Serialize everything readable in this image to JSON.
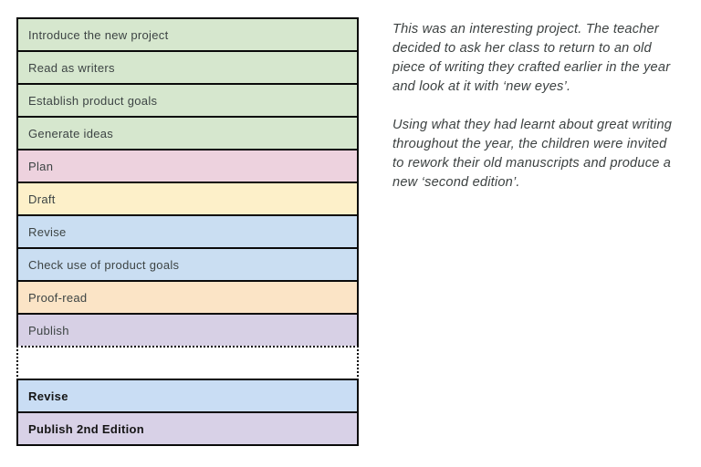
{
  "page": {
    "background": "#ffffff",
    "border_color": "#0a0a0a",
    "row_text_color": "#3d4444",
    "bold_row_text_color": "#151515",
    "commentary_text_color": "#3d4242"
  },
  "process_table": {
    "rows": [
      {
        "label": "Introduce the new project",
        "color": "#d6e7ce",
        "border": "solid",
        "bold": false
      },
      {
        "label": "Read as writers",
        "color": "#d6e7ce",
        "border": "solid",
        "bold": false
      },
      {
        "label": "Establish product goals",
        "color": "#d6e7ce",
        "border": "solid",
        "bold": false
      },
      {
        "label": "Generate ideas",
        "color": "#d6e7ce",
        "border": "solid",
        "bold": false
      },
      {
        "label": "Plan",
        "color": "#edd2de",
        "border": "solid",
        "bold": false
      },
      {
        "label": "Draft",
        "color": "#fdf0c9",
        "border": "solid",
        "bold": false
      },
      {
        "label": "Revise",
        "color": "#cadef2",
        "border": "solid",
        "bold": false
      },
      {
        "label": "Check use of product goals",
        "color": "#cadef2",
        "border": "solid",
        "bold": false
      },
      {
        "label": "Proof-read",
        "color": "#fbe4c6",
        "border": "solid",
        "bold": false
      },
      {
        "label": "Publish",
        "color": "#d7d0e5",
        "border": "solid",
        "bold": false
      },
      {
        "label": "",
        "color": "#ffffff",
        "border": "dotted",
        "bold": false
      },
      {
        "label": "Revise",
        "color": "#c9ddf4",
        "border": "solid",
        "bold": true
      },
      {
        "label": "Publish 2nd Edition",
        "color": "#d8d1e7",
        "border": "solid",
        "bold": true
      }
    ]
  },
  "commentary": {
    "paragraph1": "This was an interesting project. The teacher decided to ask her class to return to an old piece of writing they crafted earlier in the year and look at it with ‘new eyes’.",
    "paragraph2": "Using what they had learnt about great writing throughout the year, the children were invited to rework their old manuscripts and produce a new ‘second edition’."
  }
}
